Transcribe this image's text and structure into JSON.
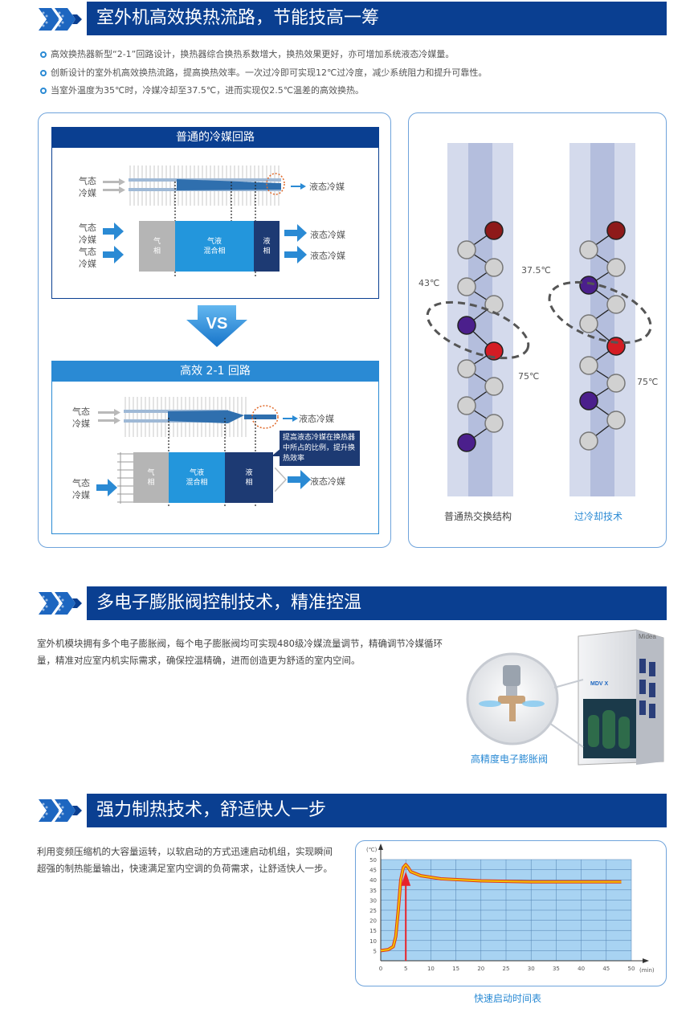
{
  "section1": {
    "title": "室外机高效换热流路，节能技高一筹",
    "bullets": [
      "高效换热器新型“2-1”回路设计，换热器综合换热系数增大，换热效果更好，亦可增加系统液态冷媒量。",
      "创新设计的室外机高效换热流路，提高换热效率。一次过冷即可实现12℃过冷度，减少系统阻力和提升可靠性。",
      "当室外温度为35℃时，冷媒冷却至37.5℃，进而实现仅2.5℃温差的高效换热。"
    ],
    "left_panel": {
      "top_title": "普通的冷媒回路",
      "gas_refrigerant": "气态\n冷媒",
      "liquid_refrigerant": "液态冷媒",
      "gas_phase": "气\n相",
      "mixed_phase": "气液\n混合相",
      "liquid_phase": "液\n相",
      "vs": "VS",
      "bottom_title": "高效 2-1 回路",
      "callout": "提高液态冷媒在换热器中所占的比例，提升换热效率"
    },
    "right_panel": {
      "temp_43": "43℃",
      "temp_75_left": "75℃",
      "temp_375": "37.5℃",
      "temp_75_right": "75℃",
      "caption_left": "普通热交换结构",
      "caption_right": "过冷却技术"
    }
  },
  "section2": {
    "title": "多电子膨胀阀控制技术，精准控温",
    "paragraph": "室外机模块拥有多个电子膨胀阀，每个电子膨胀阀均可实现480级冷媒流量调节，精确调节冷媒循环量，精准对应室内机实际需求，确保控温精确，进而创造更为舒适的室内空间。",
    "caption": "高精度电子膨胀阀",
    "unit_logo": "Midea",
    "unit_badge": "MDV X"
  },
  "section3": {
    "title": "强力制热技术，舒适快人一步",
    "paragraph": "利用变频压缩机的大容量运转，以软启动的方式迅速启动机组，实现瞬间超强的制热能量输出，快速满足室内空调的负荷需求，让舒适快人一步。",
    "caption": "快速启动时间表"
  },
  "chart_data": {
    "type": "line",
    "title": "快速启动时间表",
    "xlabel": "(min)",
    "ylabel": "(℃)",
    "xlim": [
      0,
      50
    ],
    "ylim": [
      0,
      50
    ],
    "x_ticks": [
      "0",
      "5",
      "10",
      "15",
      "20",
      "25",
      "30",
      "35",
      "40",
      "45",
      "50"
    ],
    "y_ticks": [
      "5",
      "10",
      "15",
      "20",
      "25",
      "30",
      "35",
      "40",
      "45",
      "50"
    ],
    "grid": true,
    "series": [
      {
        "x": [
          0,
          1.5,
          2.5,
          3,
          3.5,
          4,
          4.5,
          5,
          5.5,
          6,
          8,
          12,
          20,
          30,
          40,
          48
        ],
        "values": [
          5,
          5.5,
          7,
          12,
          25,
          40,
          46,
          47.5,
          46,
          44,
          42,
          40.5,
          39.5,
          39,
          39,
          39
        ]
      }
    ],
    "colors": {
      "line": "#f2c200",
      "line_outer": "#e03a1c",
      "plot_bg": "#a8d3f2",
      "arrow": "#e8232a"
    }
  },
  "colors": {
    "bar": "#0a3f91",
    "accent": "#2a8ad4",
    "panel_border": "#6ea3db",
    "caption": "#2a8ad4"
  }
}
